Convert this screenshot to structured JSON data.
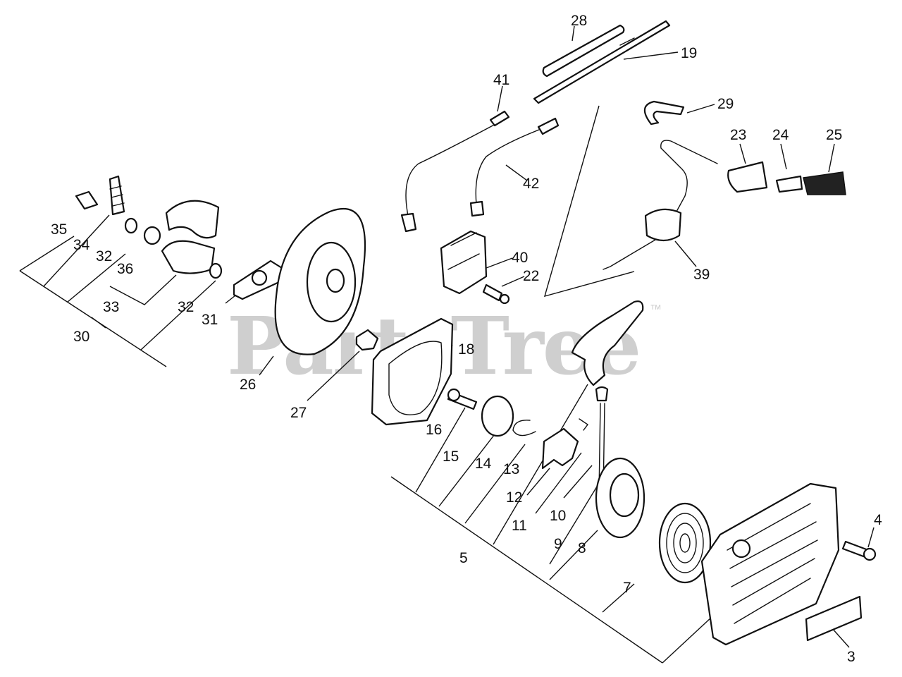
{
  "watermark": {
    "text": "PartsTree",
    "trademark": "™"
  },
  "labels": [
    {
      "id": "l28",
      "text": "28"
    },
    {
      "id": "l19",
      "text": "19"
    },
    {
      "id": "l41",
      "text": "41"
    },
    {
      "id": "l29",
      "text": "29"
    },
    {
      "id": "l23",
      "text": "23"
    },
    {
      "id": "l24",
      "text": "24"
    },
    {
      "id": "l25",
      "text": "25"
    },
    {
      "id": "l42",
      "text": "42"
    },
    {
      "id": "l40",
      "text": "40"
    },
    {
      "id": "l22",
      "text": "22"
    },
    {
      "id": "l39",
      "text": "39"
    },
    {
      "id": "l35",
      "text": "35"
    },
    {
      "id": "l34",
      "text": "34"
    },
    {
      "id": "l32a",
      "text": "32"
    },
    {
      "id": "l36",
      "text": "36"
    },
    {
      "id": "l33",
      "text": "33"
    },
    {
      "id": "l32b",
      "text": "32"
    },
    {
      "id": "l30",
      "text": "30"
    },
    {
      "id": "l31",
      "text": "31"
    },
    {
      "id": "l26",
      "text": "26"
    },
    {
      "id": "l27",
      "text": "27"
    },
    {
      "id": "l18",
      "text": "18"
    },
    {
      "id": "l16",
      "text": "16"
    },
    {
      "id": "l15",
      "text": "15"
    },
    {
      "id": "l14",
      "text": "14"
    },
    {
      "id": "l13",
      "text": "13"
    },
    {
      "id": "l12",
      "text": "12"
    },
    {
      "id": "l11",
      "text": "11"
    },
    {
      "id": "l10",
      "text": "10"
    },
    {
      "id": "l9",
      "text": "9"
    },
    {
      "id": "l8",
      "text": "8"
    },
    {
      "id": "l5",
      "text": "5"
    },
    {
      "id": "l7",
      "text": "7"
    },
    {
      "id": "l4",
      "text": "4"
    },
    {
      "id": "l3",
      "text": "3"
    }
  ]
}
